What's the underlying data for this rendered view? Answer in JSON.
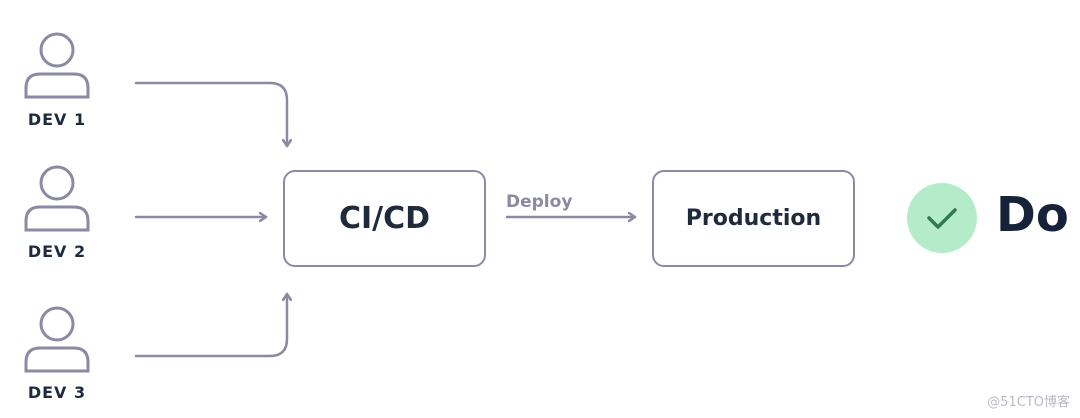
{
  "developers": [
    {
      "label": "DEV 1"
    },
    {
      "label": "DEV 2"
    },
    {
      "label": "DEV 3"
    }
  ],
  "pipeline": {
    "label": "CI/CD"
  },
  "deploy_edge": {
    "label": "Deploy"
  },
  "target": {
    "label": "Production"
  },
  "status": {
    "text": "Do",
    "icon": "check-icon"
  },
  "watermark": {
    "text": "@51CTO博客"
  },
  "colors": {
    "line": "#8a8aa3",
    "text": "#1f2a3c",
    "success_bg": "#b4ebc8",
    "success_check": "#2f7a52"
  }
}
